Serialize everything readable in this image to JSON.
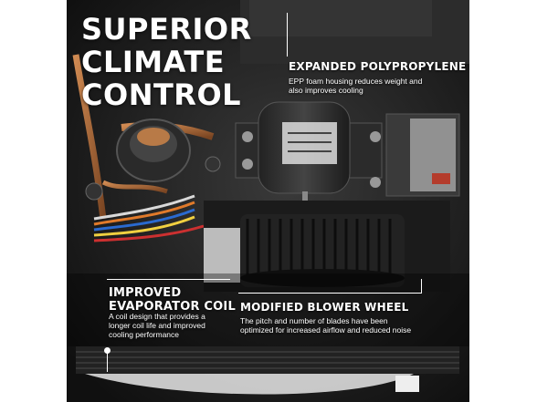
{
  "headline": {
    "line1": "SUPERIOR",
    "line2": "CLIMATE",
    "line3": "CONTROL"
  },
  "callouts": {
    "expanded": {
      "title": "EXPANDED POLYPROPYLENE",
      "text": "EPP foam housing reduces weight and also improves cooling"
    },
    "evaporator": {
      "title_line1": "IMPROVED",
      "title_line2": "EVAPORATOR COIL",
      "text": "A coil design that provides a longer coil life and improved cooling performance"
    },
    "blower": {
      "title": "MODIFIED BLOWER WHEEL",
      "text": "The pitch and number of blades have been optimized for increased airflow and reduced noise"
    }
  },
  "colors": {
    "text": "#ffffff",
    "photo_dark": "#1a1a1a",
    "copper": "#b5703c"
  }
}
